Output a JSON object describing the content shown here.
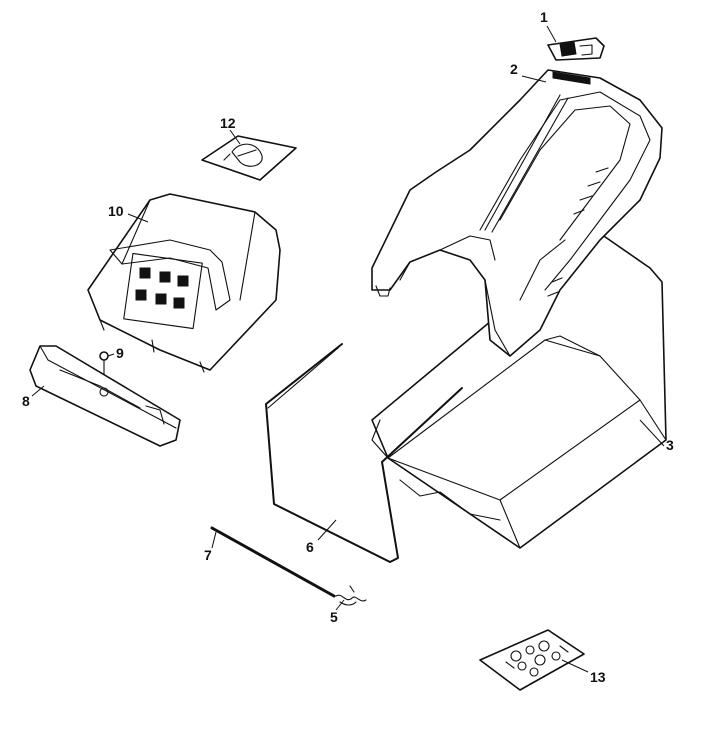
{
  "callouts": [
    {
      "id": "1",
      "label": "1"
    },
    {
      "id": "2",
      "label": "2"
    },
    {
      "id": "3",
      "label": "3"
    },
    {
      "id": "5",
      "label": "5"
    },
    {
      "id": "6",
      "label": "6"
    },
    {
      "id": "7",
      "label": "7"
    },
    {
      "id": "8",
      "label": "8"
    },
    {
      "id": "9",
      "label": "9"
    },
    {
      "id": "10",
      "label": "10"
    },
    {
      "id": "12",
      "label": "12"
    },
    {
      "id": "13",
      "label": "13"
    }
  ],
  "colors": {
    "line": "#111111",
    "background": "#ffffff"
  }
}
